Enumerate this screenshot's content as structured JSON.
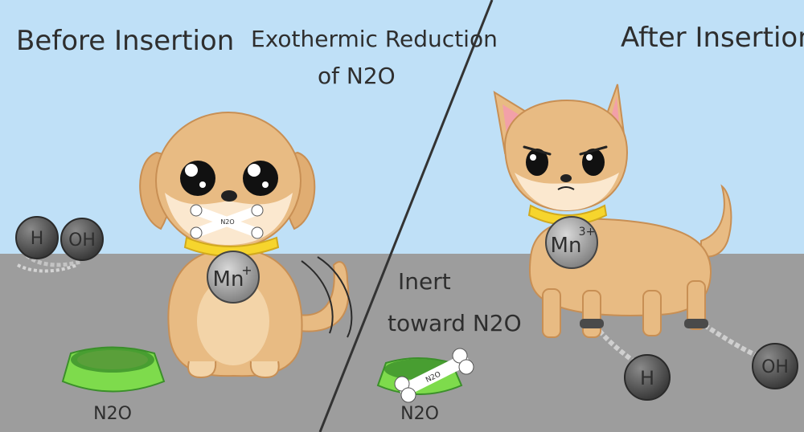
{
  "panels": {
    "left": {
      "title": "Before Insertion",
      "dog_tag": "Mn+",
      "dog_tag_base": "Mn",
      "dog_tag_sup": "+",
      "bone_label": "N2O",
      "ball_h": "H",
      "ball_oh": "OH",
      "bowl_label": "N2O"
    },
    "center": {
      "title_line1": "Exothermic Reduction",
      "title_line2": "of N2O",
      "inert_line1": "Inert",
      "inert_line2": "toward N2O",
      "bone_label": "N2O",
      "bowl_label": "N2O"
    },
    "right": {
      "title": "After Insertion",
      "dog_tag_base": "Mn",
      "dog_tag_sup": "3+",
      "ball_h": "H",
      "ball_oh": "OH"
    }
  },
  "colors": {
    "sky": "#bfe0f7",
    "floor": "#9e9e9e",
    "dog_fur": "#e8bb83",
    "dog_outline": "#c88f54",
    "dog_light": "#fbe8cf",
    "collar": "#f6d52d",
    "tag": "#8a8a8a",
    "ball": "#4a4a4a",
    "bowl": "#7edb4c",
    "bowl_dark": "#3b8f2a",
    "ear_pink": "#f2a0a8"
  }
}
